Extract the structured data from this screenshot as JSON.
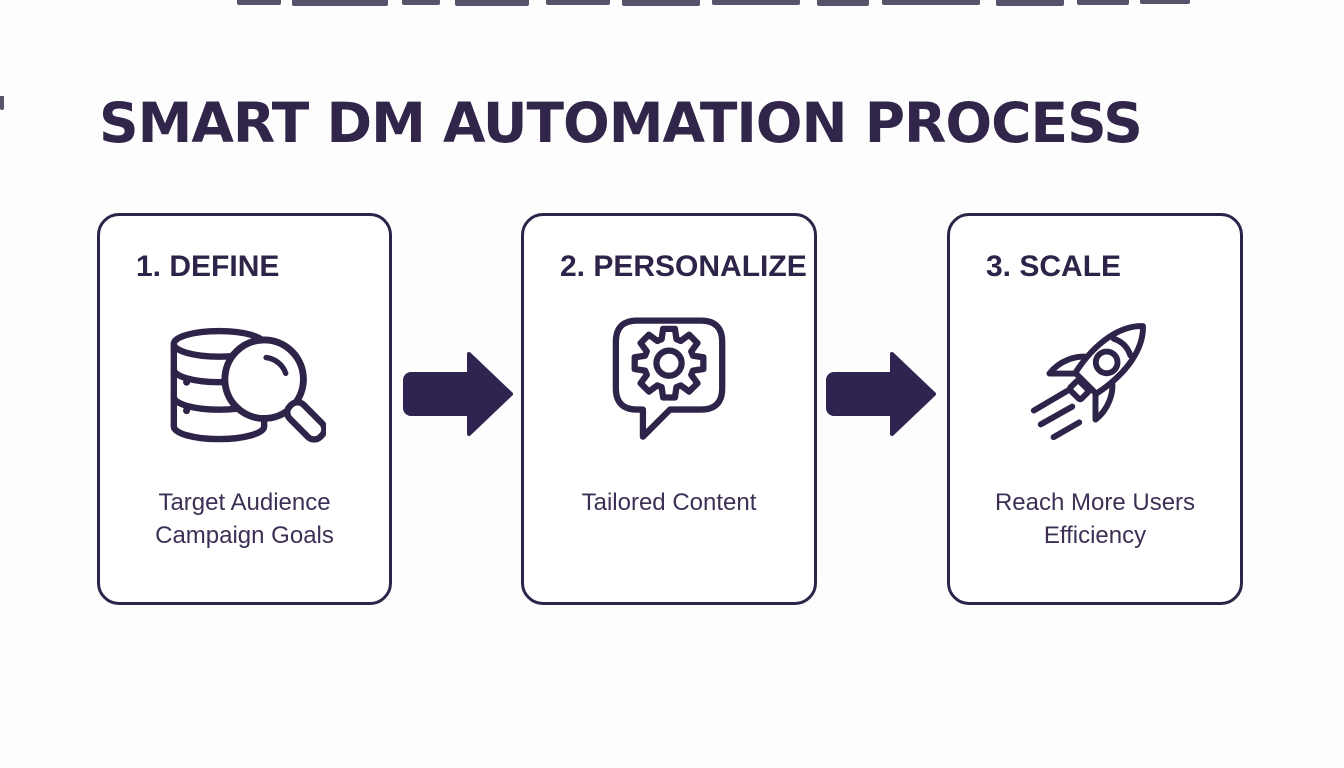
{
  "title": "SMART DM AUTOMATION PROCESS",
  "colors": {
    "ink": "#2e2348",
    "title_ink": "#32254a",
    "caption_ink": "#3e3055",
    "arrow": "#2f2450",
    "background": "#fdfdfe"
  },
  "steps": [
    {
      "heading": "1. DEFINE",
      "icon": "database-search-icon",
      "caption_lines": [
        "Target Audience",
        "Campaign Goals"
      ]
    },
    {
      "heading": "2. PERSONALIZE",
      "icon": "speech-bubble-gear-icon",
      "caption_lines": [
        "Tailored Content"
      ]
    },
    {
      "heading": "3. SCALE",
      "icon": "rocket-icon",
      "caption_lines": [
        "Reach More Users",
        "Efficiency"
      ]
    }
  ]
}
